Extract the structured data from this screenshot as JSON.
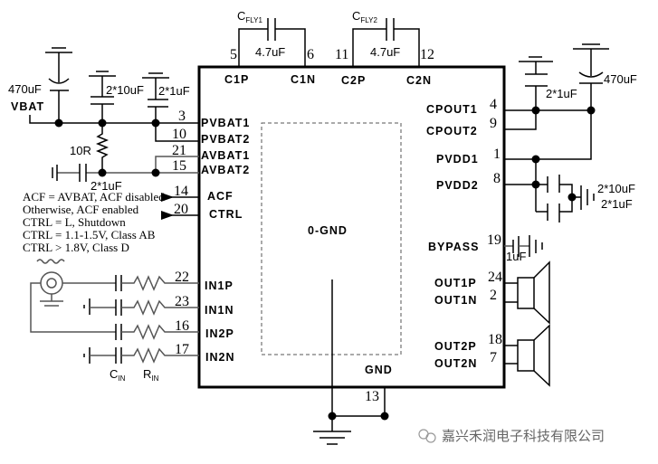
{
  "diagram": {
    "type": "schematic",
    "chip": {
      "center_label": "0-GND",
      "pins_left": [
        {
          "num": "3",
          "name": "PVBAT1"
        },
        {
          "num": "10",
          "name": "PVBAT2"
        },
        {
          "num": "21",
          "name": "AVBAT1"
        },
        {
          "num": "15",
          "name": "AVBAT2"
        },
        {
          "num": "14",
          "name": "ACF"
        },
        {
          "num": "20",
          "name": "CTRL"
        },
        {
          "num": "22",
          "name": "IN1P"
        },
        {
          "num": "23",
          "name": "IN1N"
        },
        {
          "num": "16",
          "name": "IN2P"
        },
        {
          "num": "17",
          "name": "IN2N"
        }
      ],
      "pins_top": [
        {
          "num": "5",
          "name": "C1P"
        },
        {
          "num": "6",
          "name": "C1N"
        },
        {
          "num": "11",
          "name": "C2P"
        },
        {
          "num": "12",
          "name": "C2N"
        }
      ],
      "pins_right": [
        {
          "num": "4",
          "name": "CPOUT1"
        },
        {
          "num": "9",
          "name": "CPOUT2"
        },
        {
          "num": "1",
          "name": "PVDD1"
        },
        {
          "num": "8",
          "name": "PVDD2"
        },
        {
          "num": "19",
          "name": "BYPASS"
        },
        {
          "num": "24",
          "name": "OUT1P"
        },
        {
          "num": "2",
          "name": "OUT1N"
        },
        {
          "num": "18",
          "name": "OUT2P"
        },
        {
          "num": "7",
          "name": "OUT2N"
        }
      ],
      "pins_bottom": [
        {
          "num": "13",
          "name": "GND"
        }
      ]
    },
    "components": {
      "cfly1": {
        "ref": "C",
        "sub": "FLY1",
        "value": "4.7uF"
      },
      "cfly2": {
        "ref": "C",
        "sub": "FLY2",
        "value": "4.7uF"
      },
      "vbat_label": "VBAT",
      "vbat_cap_bulk": "470uF",
      "vbat_cap_10u": "2*10uF",
      "vbat_cap_1u": "2*1uF",
      "avbat_res": "10R",
      "avbat_cap": "2*1uF",
      "cpout_cap": "2*1uF",
      "cpout_bulk": "470uF",
      "pvdd_cap_10u": "2*10uF",
      "pvdd_cap_1u": "2*1uF",
      "bypass_cap": "1uF",
      "cin_ref": "C",
      "cin_sub": "IN",
      "rin_ref": "R",
      "rin_sub": "IN"
    },
    "notes": [
      "ACF = AVBAT, ACF disabled",
      "Otherwise, ACF enabled",
      "CTRL = L, Shutdown",
      "CTRL = 1.1-1.5V, Class AB",
      "CTRL > 1.8V, Class D"
    ],
    "watermark": "嘉兴禾润电子科技有限公司"
  }
}
